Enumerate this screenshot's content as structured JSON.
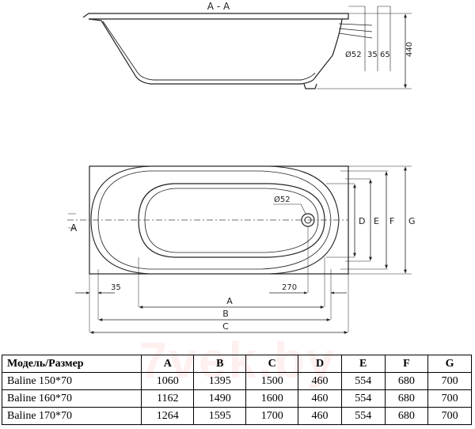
{
  "section_title": "A - A",
  "section_marker": "A",
  "watermark": "7vek.by",
  "labels": {
    "dia_top": "Ø52",
    "dim_35_top": "35",
    "dim_65": "65",
    "dim_440": "440",
    "dia_plan": "Ø52",
    "dim_35_plan": "35",
    "dim_270": "270",
    "dim_A": "A",
    "dim_B": "B",
    "dim_C": "C",
    "dim_D": "D",
    "dim_E": "E",
    "dim_F": "F",
    "dim_G": "G"
  },
  "table": {
    "headers": [
      "Модель/Размер",
      "A",
      "B",
      "C",
      "D",
      "E",
      "F",
      "G"
    ],
    "rows": [
      [
        "Baline 150*70",
        "1060",
        "1395",
        "1500",
        "460",
        "554",
        "680",
        "700"
      ],
      [
        "Baline 160*70",
        "1162",
        "1490",
        "1600",
        "460",
        "554",
        "680",
        "700"
      ],
      [
        "Baline 170*70",
        "1264",
        "1595",
        "1700",
        "460",
        "554",
        "680",
        "700"
      ]
    ]
  },
  "colors": {
    "line": "#222222",
    "dash": "#444444",
    "watermark": "#ff4d4d"
  }
}
